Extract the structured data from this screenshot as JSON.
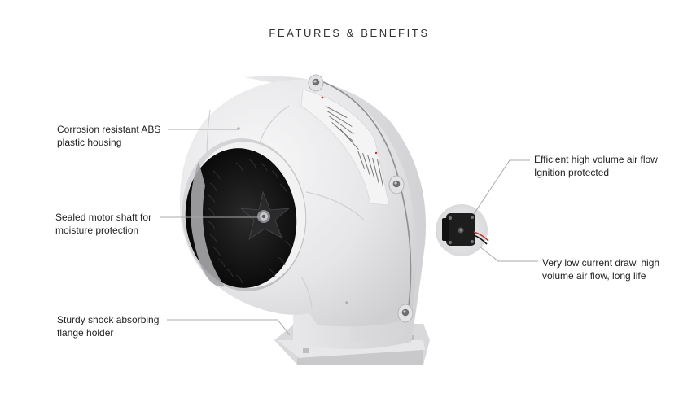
{
  "header": {
    "title": "FEATURES & BENEFITS"
  },
  "callouts": [
    {
      "id": "housing",
      "lines": [
        "Corrosion resistant ABS",
        "plastic housing"
      ]
    },
    {
      "id": "shaft",
      "lines": [
        "Sealed motor shaft for",
        "moisture protection"
      ]
    },
    {
      "id": "flange",
      "lines": [
        "Sturdy shock absorbing",
        "flange holder"
      ]
    },
    {
      "id": "airflow",
      "lines": [
        "Efficient high volume air flow",
        "Ignition protected"
      ]
    },
    {
      "id": "current",
      "lines": [
        "Very low current draw, high",
        "volume air flow, long life"
      ]
    }
  ],
  "product": {
    "name": "blower-fan",
    "housing_color": "#e9e9ea",
    "inlet_color": "#151515",
    "leader_line_color": "#a9a9a9",
    "motor_detail_color": "#1d1d1d",
    "wire_colors": [
      "#c0392b",
      "#111111"
    ]
  }
}
